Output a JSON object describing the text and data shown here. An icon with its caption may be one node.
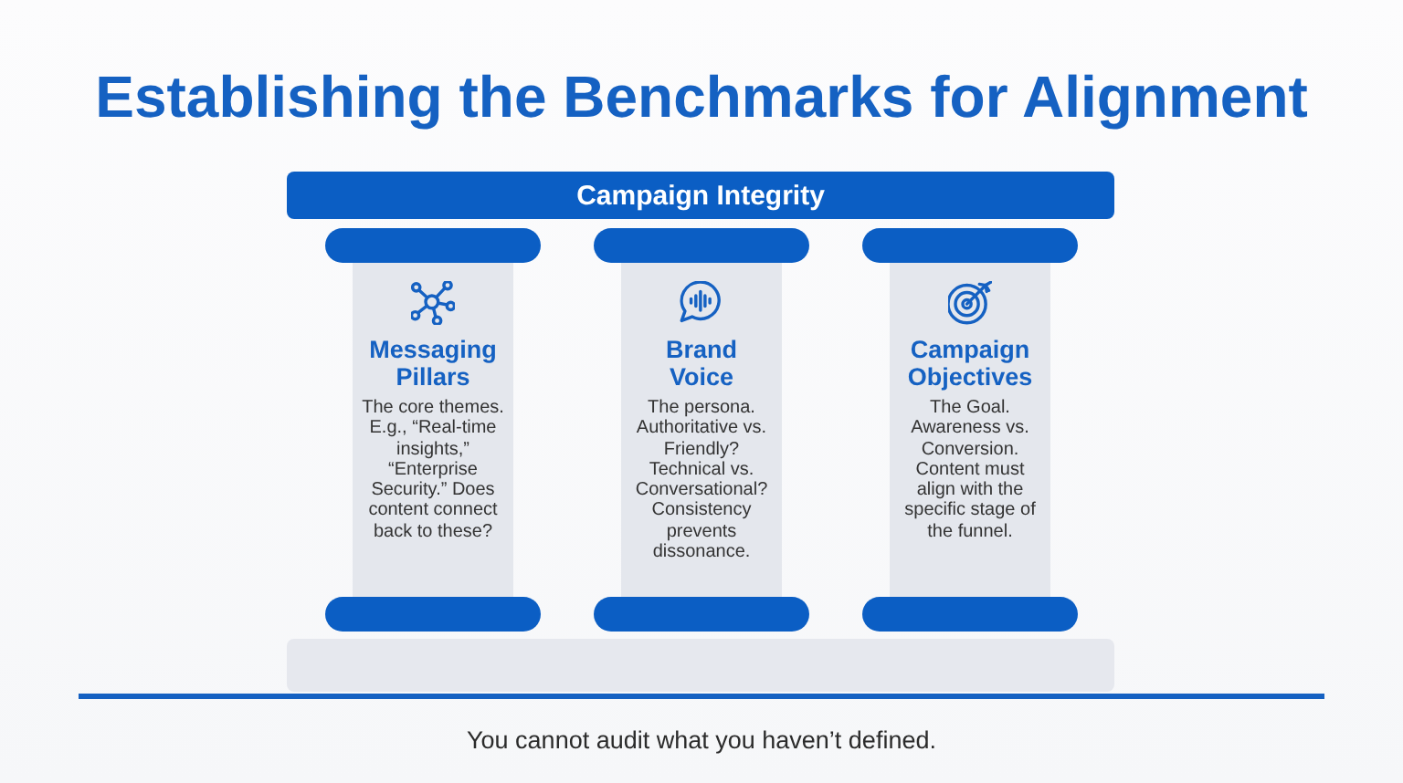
{
  "diagram": {
    "title": "Establishing the Benchmarks for Alignment",
    "caption": "You cannot audit what you haven’t defined.",
    "nodes": [
      {
        "text": [
          "Campaign Integrity"
        ]
      },
      {
        "text": [],
        "shape": "bar"
      },
      {
        "text": [],
        "shape": "bar"
      },
      {
        "text": [],
        "shape": "bar"
      },
      {
        "text": [
          "Messaging Pillars",
          "The core themes. E.g., “Real-time insights,” “Enterprise Security.” Does content connect back to these?"
        ]
      },
      {
        "text": [
          "Brand Voice",
          "The persona. Authoritative vs. Friendly? Technical vs. Conversational? Consistency prevents dissonance."
        ]
      },
      {
        "text": [
          "Campaign Objectives",
          "The Goal. Awareness vs. Conversion. Content must align with the specific stage of the funnel."
        ]
      },
      {
        "text": [],
        "shape": "bar"
      },
      {
        "text": [],
        "shape": "bar"
      },
      {
        "text": [],
        "shape": "bar"
      },
      {
        "text": [],
        "shape": "box"
      }
    ]
  }
}
